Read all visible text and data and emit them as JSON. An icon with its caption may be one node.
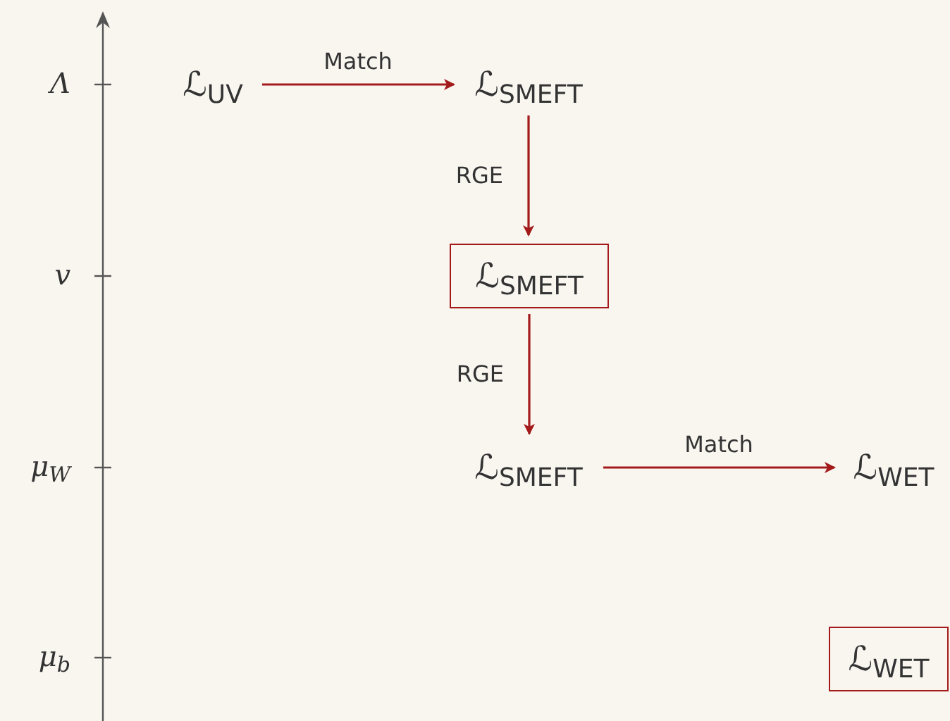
{
  "diagram": {
    "nodes": [
      {
        "text": [
          "ℒ$_{UV}$"
        ]
      },
      {
        "text": [
          "ℒ$_{SMEFT}$"
        ]
      },
      {
        "text": [
          "ℒ$_{SMEFT}$"
        ]
      },
      {
        "text": [
          "ℒ$_{SMEFT}$"
        ]
      },
      {
        "text": [
          "ℒ$_{WET}$"
        ]
      },
      {
        "text": [
          "ℒ$_{WET}$"
        ]
      }
    ],
    "edges": [
      {
        "from": 0,
        "to": 1,
        "arrow": "to",
        "label": "Match"
      },
      {
        "from": 1,
        "to": 2,
        "arrow": "to",
        "label": "RGE"
      },
      {
        "from": 2,
        "to": 3,
        "arrow": "to",
        "label": "RGE"
      },
      {
        "from": 3,
        "to": 4,
        "arrow": "to",
        "label": "Match"
      }
    ],
    "labels": [
      "Λ",
      "v",
      "μ$_{W}$",
      "μ$_{b}$"
    ]
  }
}
